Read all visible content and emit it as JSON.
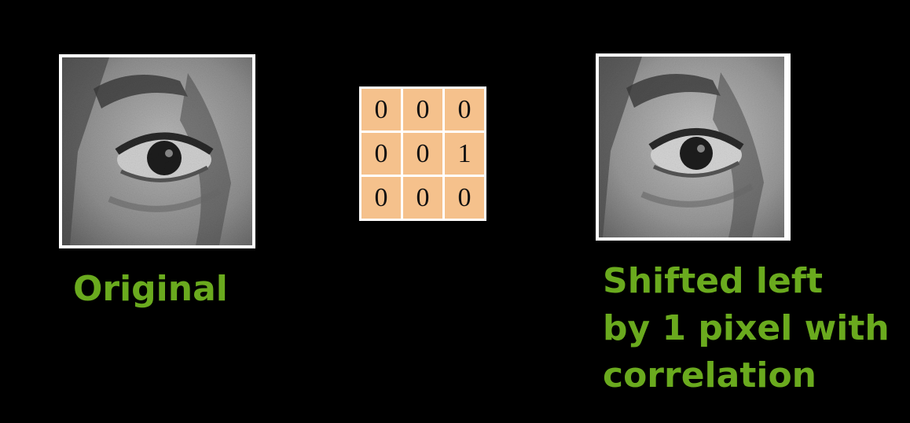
{
  "original": {
    "caption": "Original"
  },
  "kernel": {
    "rows": [
      [
        "0",
        "0",
        "0"
      ],
      [
        "0",
        "0",
        "1"
      ],
      [
        "0",
        "0",
        "0"
      ]
    ],
    "cell_color": "#f5c18c"
  },
  "shifted": {
    "caption_lines": [
      "Shifted left",
      "by 1 pixel with",
      "correlation"
    ]
  },
  "colors": {
    "background": "#000000",
    "caption": "#6aaa1e",
    "frame": "#ffffff"
  }
}
